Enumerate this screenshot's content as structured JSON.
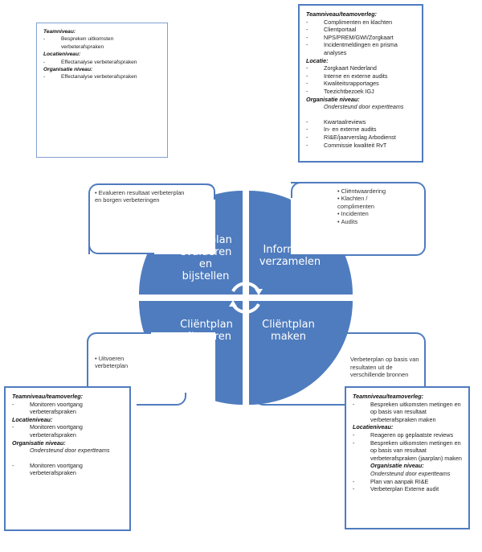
{
  "colors": {
    "circle_fill": "#4f7cbe",
    "box_border": "#4f7cbe",
    "arrow": "#ffffff"
  },
  "top_left_box": {
    "sections": [
      {
        "heading": "Teamniveau:",
        "items": [
          "Bespreken uitkomsten verbeterafspraken"
        ]
      },
      {
        "heading": "Locatieniveau:",
        "items": [
          "Effectanalyse verbeterafspraken"
        ]
      },
      {
        "heading": "Organisatie niveau:",
        "items": [
          "Effectanalyse verbeterafspraken"
        ]
      }
    ]
  },
  "top_right_box": {
    "sections": [
      {
        "heading": "Teamniveau/teamoverleg:",
        "items": [
          "Complimenten en klachten",
          "Clientportaal",
          "NPS/PREM/GWI/Zorgkaart",
          "Incidentmeldingen en prisma analyses"
        ]
      },
      {
        "heading": "Locatie:",
        "items": [
          "Zorgkaart Nederland",
          "Interne en externe audits",
          "Kwaliteitsrapportages",
          "Toezichtbezoek IGJ"
        ]
      },
      {
        "heading": "Organisatie niveau:",
        "subtext": "Ondersteund door expertteams",
        "items": [
          "Kwartaalreviews",
          "In- en externe audits",
          "RI&E/jaarverslag Arbodienst",
          "Commissie kwaliteit RvT"
        ]
      }
    ]
  },
  "quadrants": {
    "top_left": {
      "label": "Cliëntplan evalueren en bijstellen",
      "lines": [
        "Cliëntplan",
        "evalueren",
        "en",
        "bijstellen"
      ]
    },
    "top_right": {
      "label": "Informatie verzamelen",
      "lines": [
        "Informatie",
        "verzamelen"
      ]
    },
    "bottom_left": {
      "label": "Cliëntplan uitvoeren",
      "lines": [
        "Cliëntplan",
        "uitvoeren"
      ]
    },
    "bottom_right": {
      "label": "Cliëntplan maken",
      "lines": [
        "Cliëntplan",
        "maken"
      ]
    }
  },
  "phase_boxes": {
    "evaluate": {
      "bullets": [
        "Evalueren resultaat verbeterplan en borgen verbeteringen"
      ]
    },
    "collect": {
      "bullets": [
        "Cliëntwaardering",
        "Klachten / complimenten",
        "Incidenten",
        "Audits"
      ]
    },
    "execute": {
      "bullets": [
        "Uitvoeren verbeterplan"
      ]
    },
    "make": {
      "text": "Verbeterplan op basis van resultaten uit de verschillende bronnen"
    }
  },
  "bottom_left_box": {
    "sections": [
      {
        "heading": "Teamniveau/teamoverleg:",
        "items": [
          "Monitoren voortgang verbeterafspraken"
        ]
      },
      {
        "heading": "Locatieniveau:",
        "items": [
          "Monitoren voortgang verbeterafspraken"
        ]
      },
      {
        "heading": "Organisatie niveau:",
        "subtext": "Ondersteund door expertteams",
        "items": [
          "Monitoren voortgang verbeterafspraken"
        ]
      }
    ]
  },
  "bottom_right_box": {
    "sections": [
      {
        "heading": "Teamniveau/teamoverleg:",
        "items": [
          "Bespreken uitkomsten metingen en op basis van resultaat verbeterafspraken maken"
        ]
      },
      {
        "heading": "Locatieniveau:",
        "items": [
          "Reageren op geplaatste reviews",
          "Bespreken uitkomsten metingen en op basis van resultaat verbeterafspraken (jaarplan) maken"
        ]
      },
      {
        "heading": "Organisatie niveau:",
        "subtext": "Ondersteund door expertteams",
        "items": [
          "Plan van aanpak RI&E",
          "Verbeterplan Externe audit"
        ]
      }
    ]
  }
}
